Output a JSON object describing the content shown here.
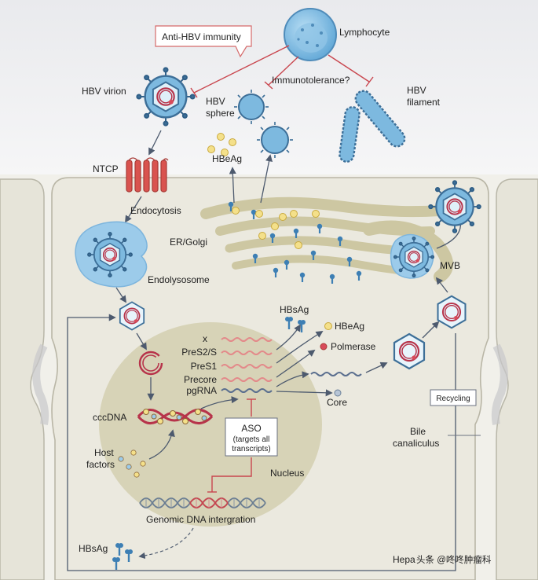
{
  "labels": {
    "anti_hbv_immunity": "Anti-HBV immunity",
    "lymphocyte": "Lymphocyte",
    "immunotolerance": "Immunotolerance?",
    "hbv_virion": "HBV virion",
    "hbv_sphere_1": "HBV",
    "hbv_sphere_2": "sphere",
    "hbv_filament_1": "HBV",
    "hbv_filament_2": "filament",
    "hbeag_top": "HBeAg",
    "ntcp": "NTCP",
    "endocytosis": "Endocytosis",
    "er_golgi": "ER/Golgi",
    "endolysosome": "Endolysosome",
    "mvb": "MVB",
    "hbsag_mid": "HBsAg",
    "hbeag_mid": "HBeAg",
    "polmerase": "Polmerase",
    "core": "Core",
    "recycling": "Recycling",
    "bile_1": "Bile",
    "bile_2": "canaliculus",
    "cccdna": "cccDNA",
    "host_1": "Host",
    "host_2": "factors",
    "aso_1": "ASO",
    "aso_2": "(targets all",
    "aso_3": "transcripts)",
    "nucleus": "Nucleus",
    "genomic": "Genomic DNA intergration",
    "hbsag_bottom": "HBsAg",
    "hepa": "Hepa",
    "watermark": "头条 @咚咚肿瘤科"
  },
  "transcripts": [
    {
      "label": "x",
      "color": "#e38a8a"
    },
    {
      "label": "PreS2/S",
      "color": "#e38a8a"
    },
    {
      "label": "PreS1",
      "color": "#e38a8a"
    },
    {
      "label": "Precore",
      "color": "#e38a8a"
    },
    {
      "label": "pgRNA",
      "color": "#5b6f8f"
    }
  ],
  "colors": {
    "background_top": "#eff0f2",
    "cell": "#e9e7dc",
    "nucleus": "#d6d2b4",
    "virus_blue": "#76b6de",
    "envelope_dark": "#3d6f98",
    "capsid_red": "#b7334a",
    "inhibit_red": "#c9464e",
    "golgi": "#cdc7a2",
    "arrow": "#4d5a6e"
  }
}
